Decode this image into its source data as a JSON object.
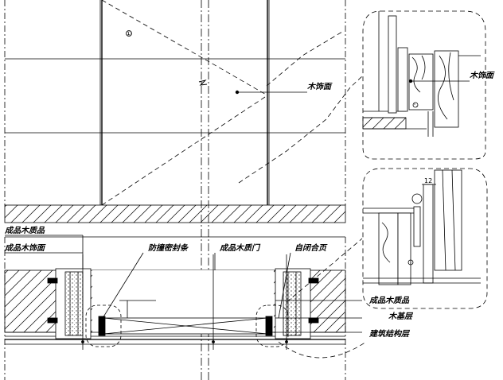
{
  "labels": {
    "wood_veneer_elevation": "木饰面",
    "wood_veneer_detail_top": "木饰面",
    "finished_wood_trim": "成品木质品",
    "finished_wood_veneer": "成品木饰面",
    "weather_seal_strip": "防撞密封条",
    "finished_wood_door": "成品木质门",
    "self_closing_hinge": "自闭合页",
    "finished_wood_product_right": "成品木质品",
    "wood_base_layer": "木基层",
    "building_structure_layer": "建筑结构层"
  },
  "dimensions": {
    "detail_gap": "12"
  },
  "symbols": {
    "elevation_marker": "①"
  },
  "colors": {
    "line": "#000000",
    "background": "#ffffff"
  }
}
